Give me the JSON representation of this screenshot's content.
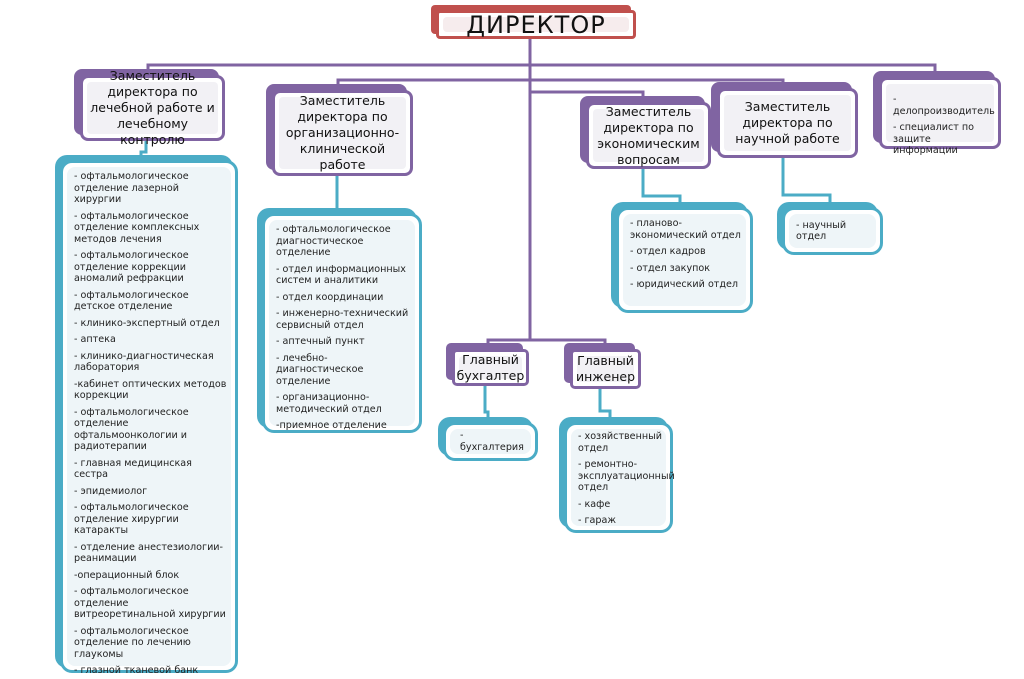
{
  "director": {
    "title": "ДИРЕКТОР"
  },
  "deputies": [
    {
      "title": "Заместитель директора по лечебной работе и лечебному контролю",
      "items": [
        "- офтальмологическое отделение лазерной хирургии",
        "- офтальмологическое отделение комплексных методов лечения",
        "- офтальмологическое отделение коррекции аномалий рефракции",
        "- офтальмологическое детское отделение",
        "- клинико-экспертный отдел",
        "- аптека",
        "- клинико-диагностическая лаборатория",
        "-кабинет оптических методов коррекции",
        "- офтальмологическое отделение офтальмоонкологии и радиотерапии",
        "- главная медицинская сестра",
        "- эпидемиолог",
        "- офтальмологическое отделение хирургии катаракты",
        "- отделение анестезиологии-реанимации",
        "-операционный блок",
        "- офтальмологическое отделение витреоретинальной хирургии",
        "- офтальмологическое отделение по лечению глаукомы",
        "- глазной тканевой банк"
      ]
    },
    {
      "title": "Заместитель директора по организационно-клинической работе",
      "items": [
        "- офтальмологическое диагностическое отделение",
        "- отдел информационных систем и аналитики",
        "- отдел координации",
        "- инженерно-технический сервисный отдел",
        "- аптечный пункт",
        "- лечебно-диагностическое отделение",
        "- организационно-методический отдел",
        "-приемное отделение"
      ]
    },
    {
      "title": "Заместитель директора по экономическим вопросам",
      "items": [
        "- планово-экономический отдел",
        "- отдел кадров",
        "- отдел закупок",
        "- юридический отдел"
      ]
    },
    {
      "title": "Заместитель директора по научной работе",
      "items": [
        "- научный отдел"
      ]
    }
  ],
  "staff": {
    "items": [
      "- делопроизводитель",
      "- специалист по защите информации"
    ]
  },
  "chief_accountant": {
    "title": "Главный бухгалтер",
    "items": [
      "- бухгалтерия"
    ]
  },
  "chief_engineer": {
    "title": "Главный инженер",
    "items": [
      "- хозяйственный отдел",
      "- ремонтно-эксплуатационный отдел",
      "- кафе",
      "- гараж"
    ]
  },
  "colors": {
    "director": "#c0504d",
    "manager": "#8064a2",
    "department": "#4bacc6"
  }
}
